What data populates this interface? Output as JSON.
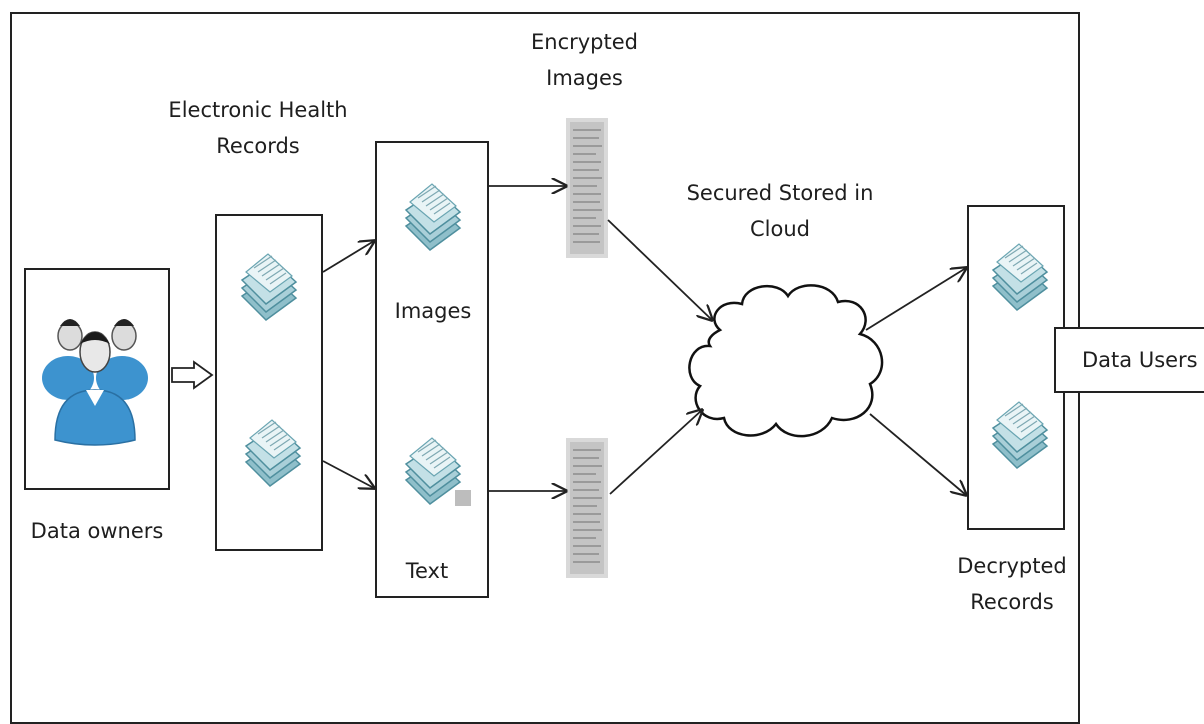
{
  "labels": {
    "data_owners": "Data owners",
    "ehr_line1": "Electronic Health",
    "ehr_line2": "Records",
    "images": "Images",
    "text": "Text",
    "enc_line1": "Encrypted",
    "enc_line2": "Images",
    "cloud_line1": "Secured Stored in",
    "cloud_line2": "Cloud",
    "dec_line1": "Decrypted",
    "dec_line2": "Records",
    "data_users": "Data Users"
  },
  "icons": {
    "users": "user-group-icon",
    "document": "document-stack-icon",
    "encrypted": "encrypted-file-icon",
    "cloud": "cloud-icon"
  },
  "colors": {
    "line": "#222222",
    "doc_fill": "#bcd8df",
    "doc_stroke": "#4f8f9e",
    "user_blue": "#3d93cf",
    "encrypted": "#bdbdbd"
  }
}
